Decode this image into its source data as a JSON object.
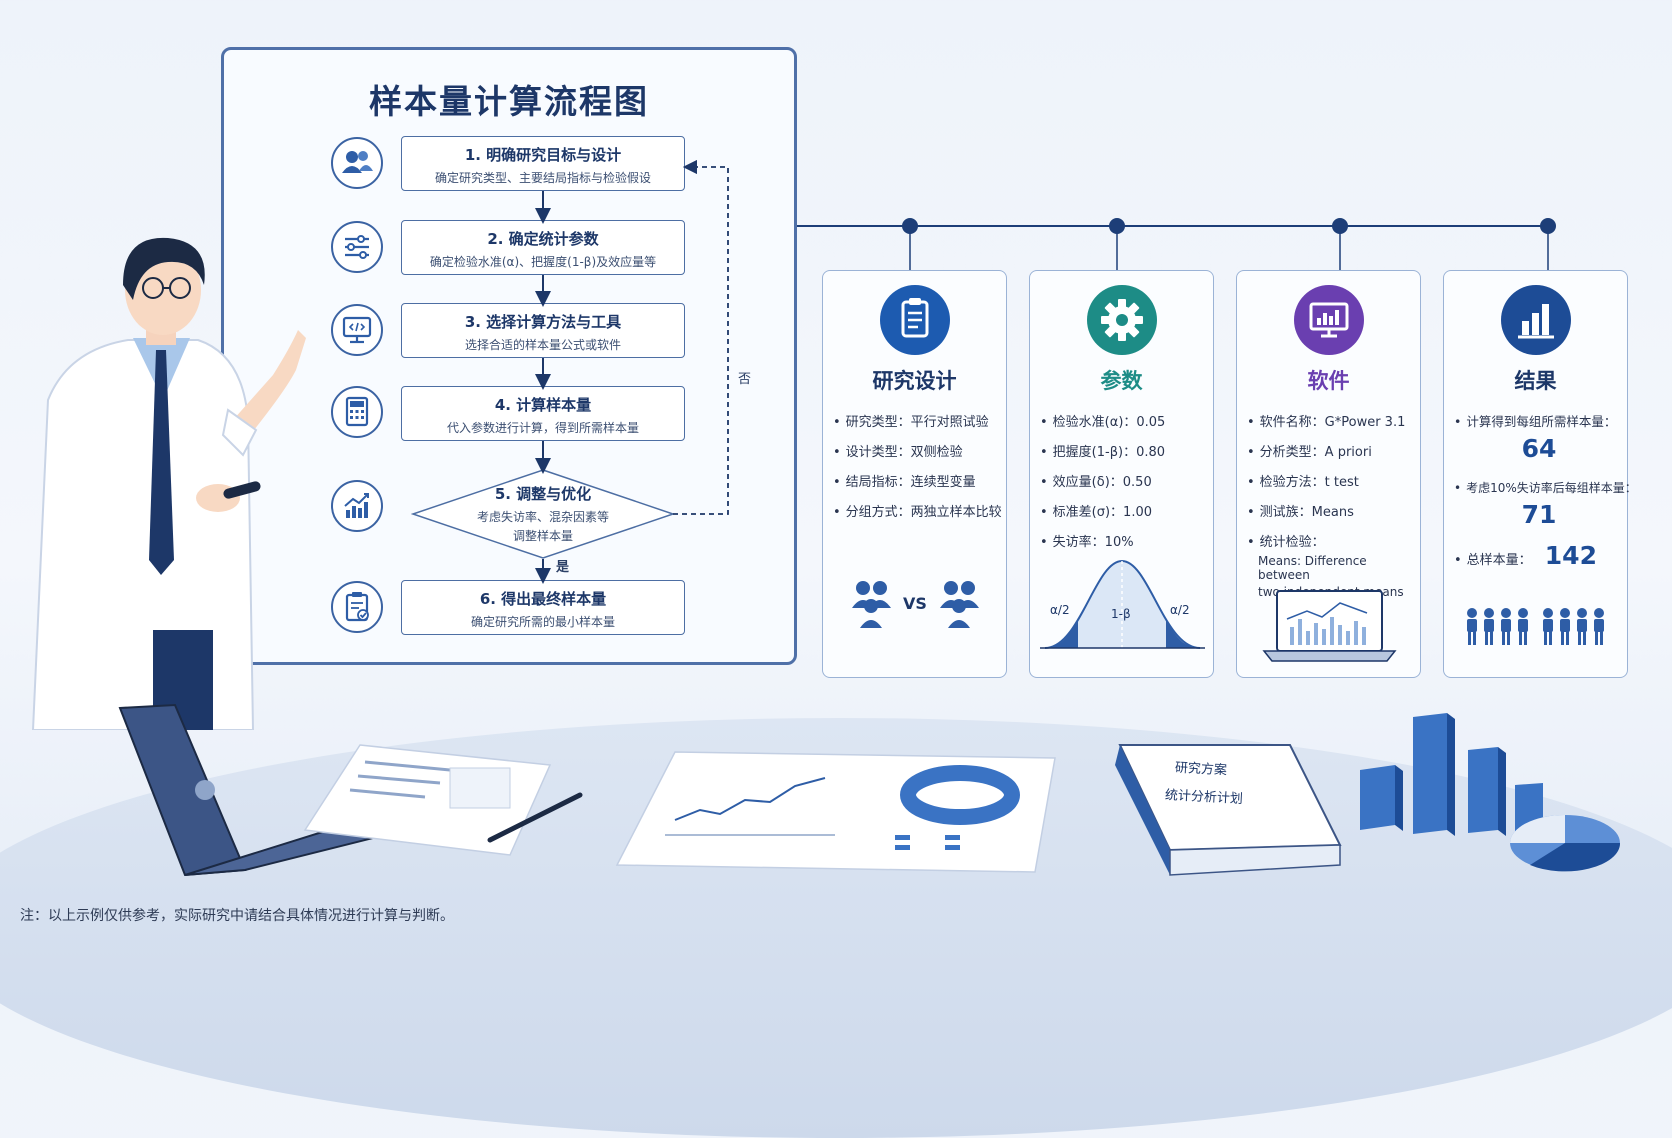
{
  "flowchart": {
    "title": "样本量计算流程图",
    "steps": [
      {
        "title": "1. 明确研究目标与设计",
        "desc": "确定研究类型、主要结局指标与检验假设",
        "icon": "users-icon"
      },
      {
        "title": "2. 确定统计参数",
        "desc": "确定检验水准(α)、把握度(1-β)及效应量等",
        "icon": "sliders-icon"
      },
      {
        "title": "3. 选择计算方法与工具",
        "desc": "选择合适的样本量公式或软件",
        "icon": "monitor-code-icon"
      },
      {
        "title": "4. 计算样本量",
        "desc": "代入参数进行计算，得到所需样本量",
        "icon": "calculator-icon"
      },
      {
        "title": "5. 调整与优化",
        "desc": "考虑失访率、混杂因素等",
        "desc2": "调整样本量",
        "icon": "trend-chart-icon"
      },
      {
        "title": "6. 得出最终样本量",
        "desc": "确定研究所需的最小样本量",
        "icon": "clipboard-check-icon"
      }
    ],
    "no_label": "否",
    "yes_label": "是"
  },
  "cards": [
    {
      "title": "研究设计",
      "color": "#1d5bb0",
      "icon": "clipboard-icon",
      "items": [
        "研究类型：平行对照试验",
        "设计类型：双侧检验",
        "结局指标：连续型变量",
        "分组方式：两独立样本比较"
      ],
      "vs_label": "VS"
    },
    {
      "title": "参数",
      "color": "#1d8c86",
      "icon": "gear-icon",
      "items": [
        "检验水准(α)：0.05",
        "把握度(1-β)：0.80",
        "效应量(δ)：0.50",
        "标准差(σ)：1.00",
        "失访率：10%"
      ],
      "curve_left": "α/2",
      "curve_mid": "1-β",
      "curve_right": "α/2"
    },
    {
      "title": "软件",
      "color": "#6a3fb0",
      "icon": "software-chart-icon",
      "items": [
        "软件名称：G*Power 3.1",
        "分析类型：A priori",
        "检验方法：t test",
        "测试族：Means",
        "统计检验："
      ],
      "note1": "Means: Difference between",
      "note2": "two independent means"
    },
    {
      "title": "结果",
      "color": "#1d4c96",
      "icon": "bar-chart-icon",
      "line1": "计算得到每组所需样本量：",
      "value1": "64",
      "line2": "考虑10%失访率后每组样本量：",
      "value2": "71",
      "line3": "总样本量：",
      "value3": "142"
    }
  ],
  "desk": {
    "book_line1": "研究方案",
    "book_line2": "统计分析计划"
  },
  "footnote": "注：以上示例仅供参考，实际研究中请结合具体情况进行计算与判断。"
}
